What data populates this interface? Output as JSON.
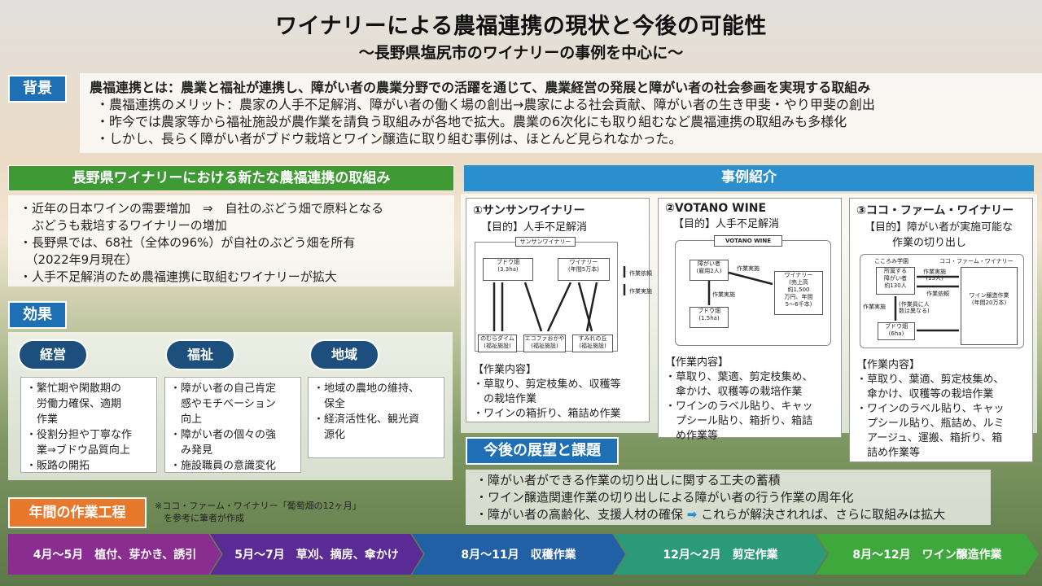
{
  "title": "ワイナリーによる農福連携の現状と今後の可能性",
  "subtitle": "～長野県塩尻市のワイナリーの事例を中心に～",
  "background": {
    "label": "背景",
    "lead": "農福連携とは：農業と福祉が連携し、障がい者の農業分野での活躍を通じて、農業経営の発展と障がい者の社会参画を実現する取組み",
    "items": [
      "・農福連携のメリット：農家の人手不足解消、障がい者の働く場の創出→農家による社会貢献、障がい者の生き甲斐・やり甲斐の創出",
      "・昨今では農家等から福祉施設が農作業を請負う取組みが各地で拡大。農業の6次化にも取り組むなど農福連携の取組みも多様化",
      "・しかし、長らく障がい者がブドウ栽培とワイン醸造に取り組む事例は、ほとんど見られなかった。"
    ]
  },
  "nagano": {
    "heading": "長野県ワイナリーにおける新たな農福連携の取組み",
    "items": [
      "・近年の日本ワインの需要増加　⇒　自社のぶどう畑で原料となる",
      "　ぶどうも栽培するワイナリーの増加",
      "・長野県では、68社（全体の96%）が自社のぶどう畑を所有",
      "　（2022年9月現在）",
      "・人手不足解消のため農福連携に取組むワイナリーが拡大"
    ]
  },
  "effects": {
    "label": "効果",
    "groups": [
      {
        "name": "経営",
        "items": [
          "・繁忙期や閑散期の",
          "　労働力確保、適期",
          "　作業",
          "・役割分担や丁寧な作",
          "　業⇒ブドウ品質向上",
          "・販路の開拓"
        ]
      },
      {
        "name": "福祉",
        "items": [
          "・障がい者の自己肯定",
          "　感やモチベーション",
          "　向上",
          "・障がい者の個々の強",
          "　み発見",
          "・施設職員の意識変化"
        ]
      },
      {
        "name": "地域",
        "items": [
          "・地域の農地の維持、",
          "　保全",
          "・経済活性化、観光資",
          "　源化"
        ]
      }
    ]
  },
  "cases": {
    "heading": "事例紹介",
    "list": [
      {
        "title": "①サンサンワイナリー",
        "goal": "【目的】人手不足解消",
        "diagram": {
          "top": "サンサンワイナリー",
          "a": "ブドウ畑",
          "a2": "(3.3ha)",
          "b": "ワイナリー",
          "b2": "(年間5万本)",
          "c1": "のむらダイム",
          "c1b": "(福祉施設)",
          "c2": "エコファおかや",
          "c2b": "(福祉施設)",
          "c3": "すみれの丘",
          "c3b": "(福祉施設)",
          "l1": "作業依頼",
          "l2": "作業実施"
        },
        "work_title": "【作業内容】",
        "work": [
          "・草取り、剪定枝集め、収穫等",
          "　の栽培作業",
          "・ワインの箱折り、箱詰め作業"
        ]
      },
      {
        "title": "②VOTANO WINE",
        "goal": "【目的】人手不足解消",
        "diagram": {
          "top": "VOTANO WINE",
          "a": "障がい者",
          "a2": "(雇用2人)",
          "b": "ワイナリー",
          "b2": "(売上高",
          "b3": "約1,500",
          "b4": "万円、年間",
          "b5": "5～6千本)",
          "c": "ブドウ畑",
          "c2": "(1.5ha)",
          "l1": "作業実施",
          "l2": "作業実施"
        },
        "work_title": "【作業内容】",
        "work": [
          "・草取り、葉適、剪定枝集め、",
          "　傘かけ、収穫等の栽培作業",
          "・ワインのラベル貼り、キャッ",
          "　プシール貼り、箱折り、箱詰",
          "　め作業等"
        ]
      },
      {
        "title": "③ココ・ファーム・ワイナリー",
        "goal": "【目的】障がい者が実施可能な",
        "goal2": "作業の切り出し",
        "diagram": {
          "left": "こころみ学園",
          "right": "ココ・ファーム・ワイナリー",
          "a": "所属する",
          "a2": "障がい者",
          "a3": "約130人",
          "b": "ワイン醸造作業",
          "b2": "(年間20万本)",
          "c": "ブドウ畑",
          "c2": "(6ha)",
          "l1": "作業実施",
          "l1b": "(15人)",
          "l2": "作業依頼",
          "l3": "作業実施",
          "l4": "(作業員に人",
          "l4b": "数は異なる)"
        },
        "work_title": "【作業内容】",
        "work": [
          "・草取り、葉適、剪定枝集め、",
          "　傘かけ、収穫等の栽培作業",
          "・ワインのラベル貼り、キャッ",
          "　プシール貼り、瓶詰め、ルミ",
          "　アージュ、運搬、箱折り、箱",
          "　詰め作業等"
        ]
      }
    ]
  },
  "future": {
    "label": "今後の展望と課題",
    "items": [
      "・障がい者ができる作業の切り出しに関する工夫の蓄積",
      "・ワイン醸造関連作業の切り出しによる障がい者の行う作業の周年化"
    ],
    "last_a": "・障がい者の高齢化、支援人材の確保",
    "last_b": "これらが解決されれば、さらに取組みは拡大"
  },
  "annual": {
    "label": "年間の作業工程",
    "note1": "※ココ・ファーム・ワイナリー「葡萄畑の12ヶ月」",
    "note2": "　を参考に筆者が作成",
    "steps": [
      {
        "text": "4月～5月　植付、芽かき、誘引",
        "color": "#8a2d91"
      },
      {
        "text": "5月～7月　草刈、摘房、傘かけ",
        "color": "#5a2a95"
      },
      {
        "text": "8月～11月　収穫作業",
        "color": "#2260a6"
      },
      {
        "text": "12月～2月　剪定作業",
        "color": "#2a9a78"
      },
      {
        "text": "8月～12月　ワイン醸造作業",
        "color": "#3ea83c"
      }
    ]
  }
}
